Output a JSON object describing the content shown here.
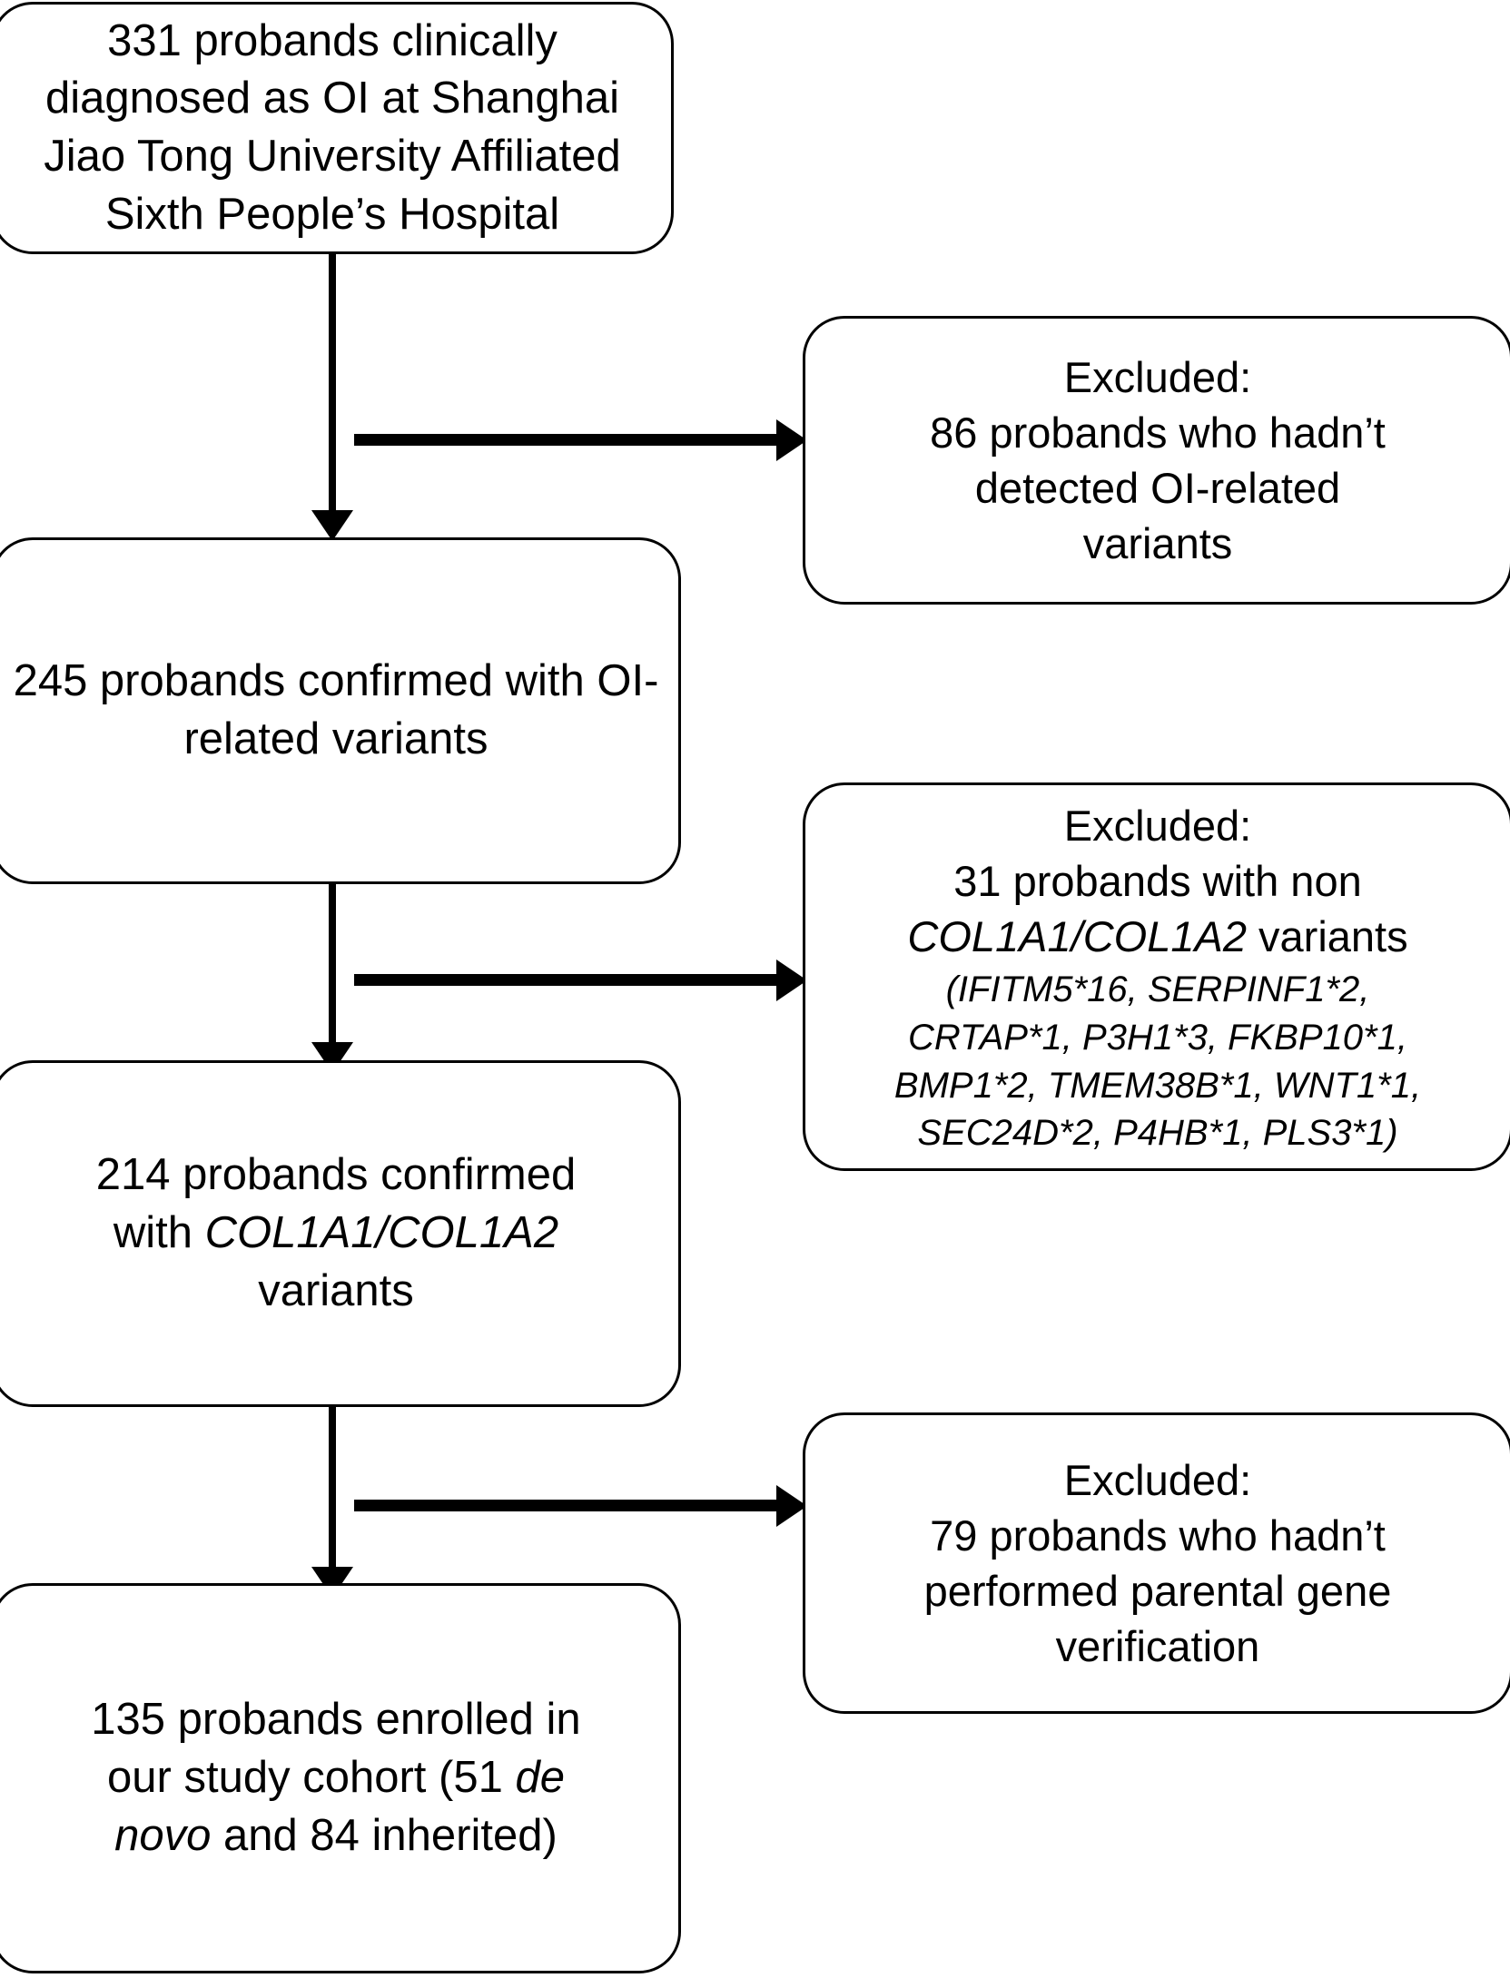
{
  "figure": {
    "kind": "study-flow-diagram",
    "stroke_color": "#000000",
    "background_color": "#ffffff"
  },
  "nodes": {
    "cohort_initial": {
      "text": "331 probands clinically diagnosed as OI at Shanghai Jiao Tong University Affiliated Sixth People’s Hospital",
      "count": 331
    },
    "cohort_oi_variants": {
      "text": "245 probands confirmed with OI-related variants",
      "count": 245
    },
    "cohort_col1a_variants": {
      "line1": "214 probands confirmed",
      "line2_prefix": "with ",
      "line2_gene": "COL1A1/COL1A2",
      "line3": "variants",
      "count": 214
    },
    "cohort_enrolled": {
      "line1": "135 probands enrolled in",
      "line2_prefix": "our study cohort (51 ",
      "line2_italic": "de",
      "line3_italic": "novo",
      "line3_suffix": " and 84 inherited)",
      "count": 135,
      "de_novo_count": 51,
      "inherited_count": 84
    }
  },
  "exclusions": {
    "no_variants": {
      "header": "Excluded:",
      "line1": "86 probands who hadn’t",
      "line2": "detected OI-related",
      "line3": "variants",
      "count": 86
    },
    "non_col1a": {
      "header": "Excluded:",
      "line1": "31 probands with non",
      "line2_gene": "COL1A1/COL1A2",
      "line2_suffix": " variants",
      "count": 31,
      "gene_list_lines": [
        "(IFITM5*16, SERPINF1*2,",
        "CRTAP*1, P3H1*3, FKBP10*1,",
        "BMP1*2, TMEM38B*1, WNT1*1,",
        "SEC24D*2, P4HB*1, PLS3*1)"
      ],
      "genes": [
        {
          "name": "IFITM5",
          "count": 16
        },
        {
          "name": "SERPINF1",
          "count": 2
        },
        {
          "name": "CRTAP",
          "count": 1
        },
        {
          "name": "P3H1",
          "count": 3
        },
        {
          "name": "FKBP10",
          "count": 1
        },
        {
          "name": "BMP1",
          "count": 2
        },
        {
          "name": "TMEM38B",
          "count": 1
        },
        {
          "name": "WNT1",
          "count": 1
        },
        {
          "name": "SEC24D",
          "count": 2
        },
        {
          "name": "P4HB",
          "count": 1
        },
        {
          "name": "PLS3",
          "count": 1
        }
      ]
    },
    "no_parental": {
      "header": "Excluded:",
      "line1": "79 probands who hadn’t",
      "line2": "performed parental gene",
      "line3": "verification",
      "count": 79
    }
  }
}
